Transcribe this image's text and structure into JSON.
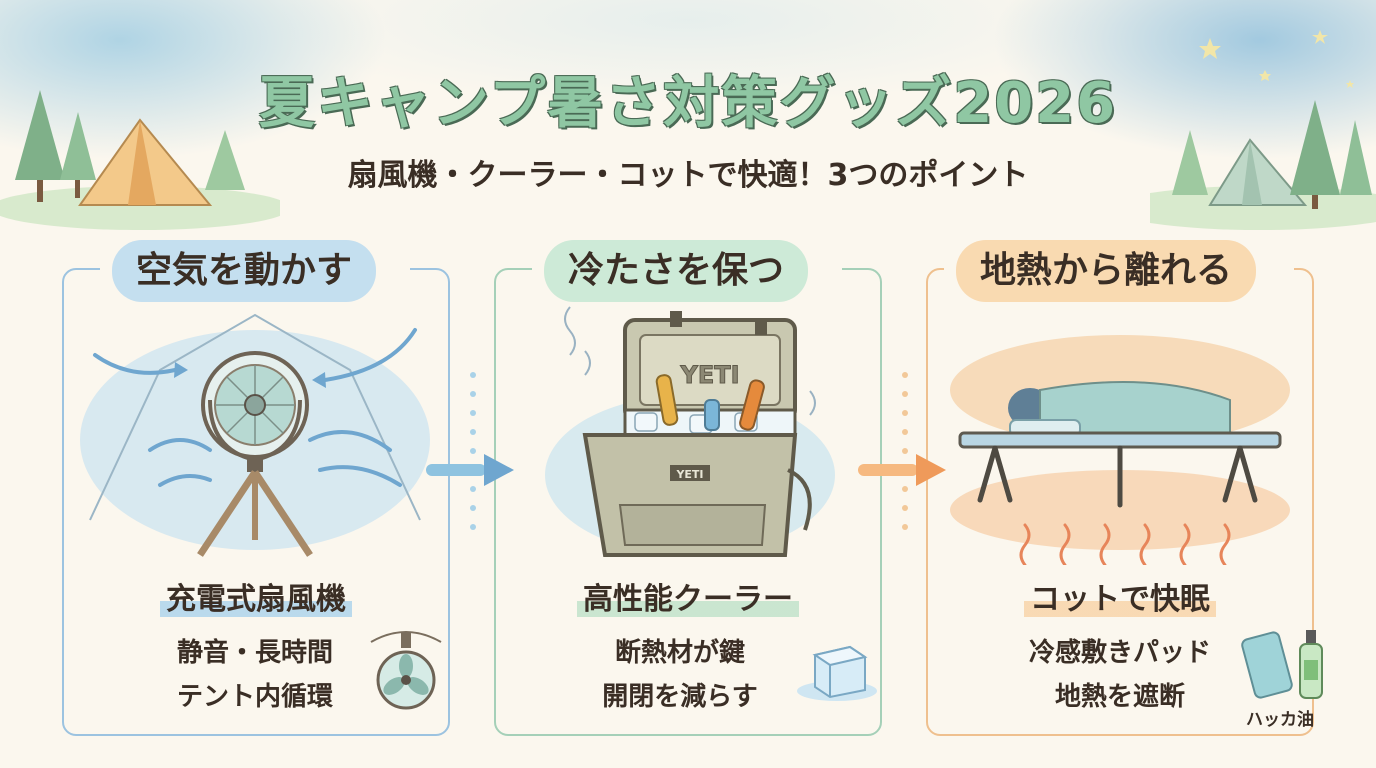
{
  "title": "夏キャンプ暑さ対策グッズ2026",
  "subtitle": "扇風機・クーラー・コットで快適！3つのポイント",
  "panels": [
    {
      "heading": "空気を動かす",
      "item": "充電式扇風機",
      "desc_line1": "静音・長時間",
      "desc_line2": "テント内循環"
    },
    {
      "heading": "冷たさを保つ",
      "item": "高性能クーラー",
      "desc_line1": "断熱材が鍵",
      "desc_line2": "開閉を減らす",
      "brand_lid": "YETI",
      "brand_front": "YETI"
    },
    {
      "heading": "地熱から離れる",
      "item": "コットで快眠",
      "desc_line1": "冷感敷きパッド",
      "desc_line2": "地熱を遮断",
      "extra_label": "ハッカ油"
    }
  ],
  "colors": {
    "panel1": "#9cc3e0",
    "panel2": "#a5d0b8",
    "panel3": "#efc08e",
    "title_fill": "#8fc7a3"
  },
  "icons": [
    "tent-icon",
    "pine-tree-icon",
    "fan-icon",
    "cooler-icon",
    "cot-icon",
    "heat-wave-icon",
    "ice-cube-icon",
    "towel-icon",
    "spray-bottle-icon",
    "arrow-right-icon",
    "star-icon"
  ]
}
